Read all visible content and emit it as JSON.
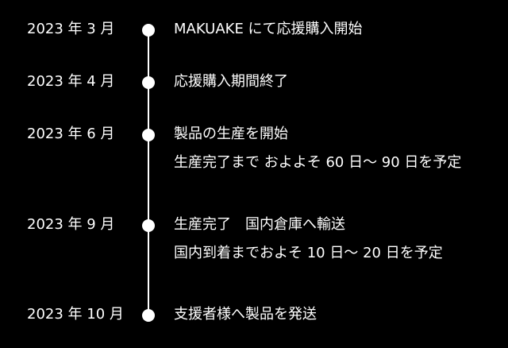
{
  "timeline": {
    "entries": [
      {
        "date": "2023 年 3 月",
        "lines": [
          "MAKUAKE にて応援購入開始"
        ]
      },
      {
        "date": "2023 年 4 月",
        "lines": [
          "応援購入期間終了"
        ]
      },
      {
        "date": "2023 年 6 月",
        "lines": [
          "製品の生産を開始",
          "生産完了まで およよそ 60 日～ 90 日を予定"
        ]
      },
      {
        "date": "2023 年 9 月",
        "lines": [
          "生産完了　国内倉庫へ輸送",
          "国内到着までおよそ 10 日～ 20 日を予定"
        ]
      },
      {
        "date": "2023 年 10 月",
        "lines": [
          "支援者様へ製品を発送"
        ]
      }
    ]
  },
  "colors": {
    "background": "#000000",
    "foreground": "#ffffff"
  }
}
